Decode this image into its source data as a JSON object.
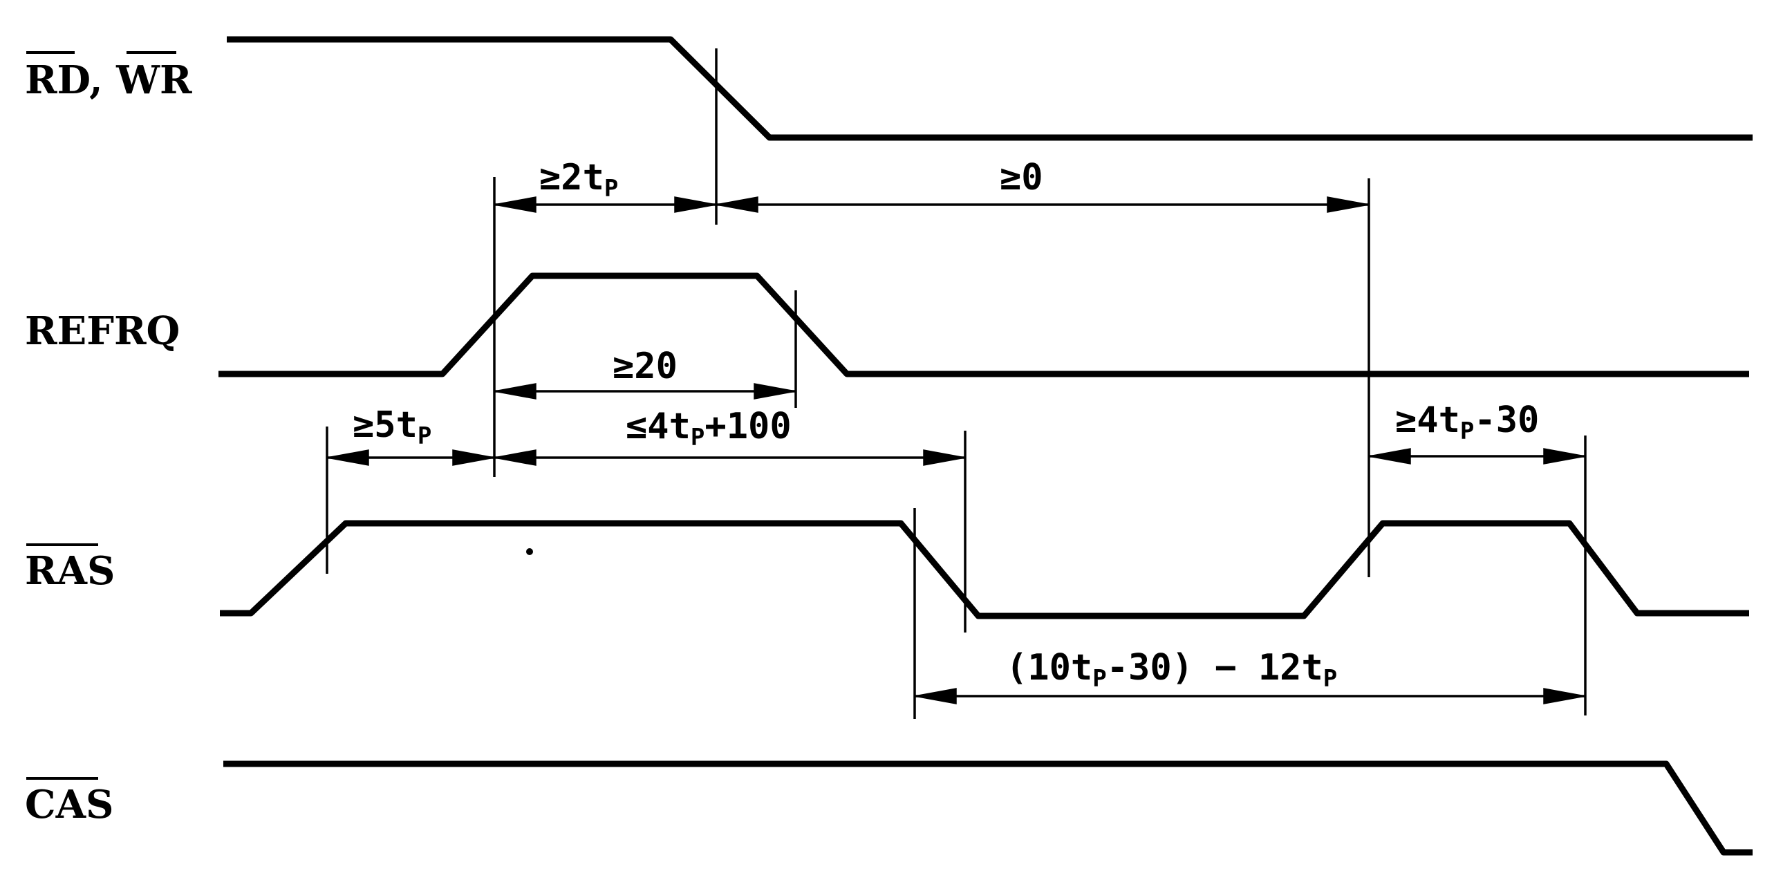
{
  "signals": {
    "rd_wr": {
      "rd": "RD",
      "separator": ", ",
      "wr": "WR"
    },
    "refrq": "REFRQ",
    "ras": "RAS",
    "cas": "CAS"
  },
  "timings": {
    "rd_to_refrq": {
      "prefix": "≥2t",
      "sub": "P",
      "suffix": ""
    },
    "rd_to_ras_rise": {
      "prefix": "≥0",
      "sub": "",
      "suffix": ""
    },
    "refrq_pulse": {
      "prefix": "≥20",
      "sub": "",
      "suffix": ""
    },
    "ras_to_refrq": {
      "prefix": "≥5t",
      "sub": "P",
      "suffix": ""
    },
    "refrq_to_ras_fall": {
      "prefix": "≤4t",
      "sub": "P",
      "suffix": "+100"
    },
    "ras_precharge": {
      "prefix": "≥4t",
      "sub": "P",
      "suffix": "-30"
    },
    "ras_low": {
      "prefix": "(10t",
      "sub": "P",
      "mid": "-30) − 12t",
      "sub2": "P"
    }
  }
}
